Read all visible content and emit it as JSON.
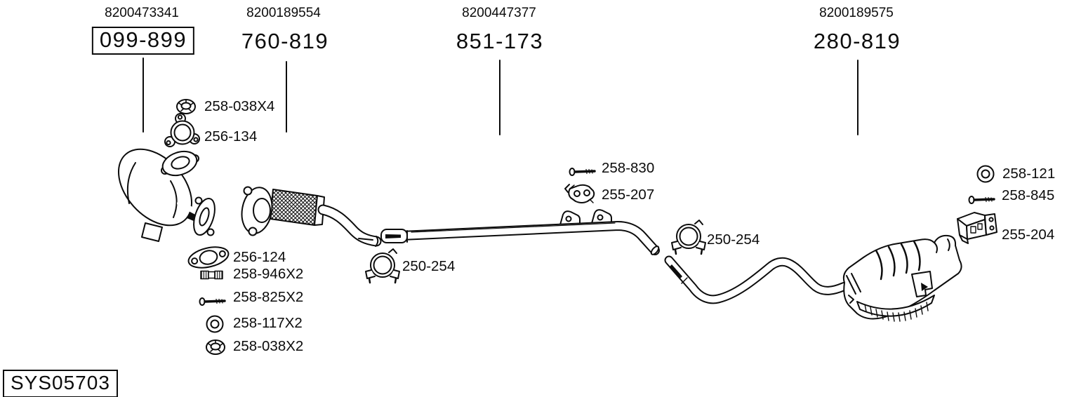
{
  "colors": {
    "ink": "#0c0c0c",
    "background": "#ffffff"
  },
  "header": {
    "groups": [
      {
        "oem": "8200473341",
        "part": "099-899",
        "boxed": true
      },
      {
        "oem": "8200189554",
        "part": "760-819",
        "boxed": false
      },
      {
        "oem": "8200447377",
        "part": "851-173",
        "boxed": false
      },
      {
        "oem": "8200189575",
        "part": "280-819",
        "boxed": false
      }
    ]
  },
  "callouts": [
    {
      "part": "258-038X4",
      "icon": "flange-nut-icon"
    },
    {
      "part": "256-134",
      "icon": "triangular-gasket-icon"
    },
    {
      "part": "256-124",
      "icon": "oval-gasket-icon"
    },
    {
      "part": "258-946X2",
      "icon": "threaded-sleeve-icon"
    },
    {
      "part": "258-825X2",
      "icon": "bolt-icon"
    },
    {
      "part": "258-117X2",
      "icon": "sealing-ring-icon"
    },
    {
      "part": "258-038X2",
      "icon": "flange-nut-icon"
    },
    {
      "part": "250-254",
      "icon": "pipe-clamp-icon"
    },
    {
      "part": "258-830",
      "icon": "bolt-icon"
    },
    {
      "part": "255-207",
      "icon": "rubber-hanger-icon"
    },
    {
      "part": "250-254",
      "icon": "pipe-clamp-icon"
    },
    {
      "part": "258-121",
      "icon": "sealing-ring-icon"
    },
    {
      "part": "258-845",
      "icon": "bolt-icon"
    },
    {
      "part": "255-204",
      "icon": "mounting-bracket-icon"
    }
  ],
  "footer": {
    "system_id": "SYS05703"
  }
}
